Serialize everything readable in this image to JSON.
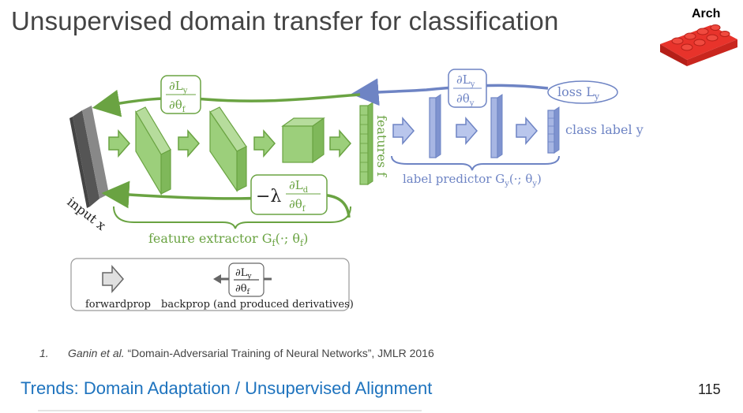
{
  "slide": {
    "title": "Unsupervised domain transfer for classification",
    "tag": "Arch",
    "page_number": "115",
    "bottom_title": "Trends: Domain Adaptation / Unsupervised Alignment"
  },
  "footnote": {
    "number": "1.",
    "authors": "Ganin et al.",
    "rest": " “Domain-Adversarial Training of Neural Networks”, JMLR 2016"
  },
  "diagram": {
    "input_label": "input x",
    "features_label": "features f",
    "feature_extractor_label": "feature extractor G",
    "feature_extractor_sub": "f",
    "feature_extractor_args": "(·; θ",
    "label_predictor_label": "label predictor G",
    "label_predictor_sub": "y",
    "label_predictor_args": "(·; θ",
    "loss_label": "loss L",
    "loss_sub": "y",
    "class_label": "class label y",
    "grad_num": "∂L",
    "grad_den": "∂θ",
    "grad_f_sub": "f",
    "grad_y_sub": "y",
    "grad_d_sub": "d",
    "neg_lambda": "−λ",
    "legend_forward": "forwardprop",
    "legend_backward": "backprop (and produced derivatives)",
    "colors": {
      "green": "#6aa342",
      "green_fill": "#9ccf7b",
      "blue": "#6e84c4",
      "blue_fill": "#a7b6e3",
      "gray": "#666666"
    }
  }
}
